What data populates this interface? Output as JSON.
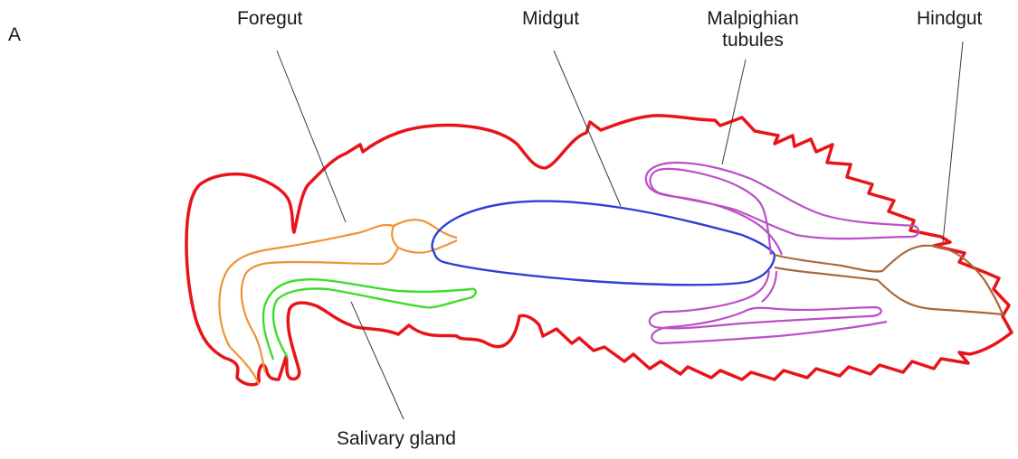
{
  "panel_letter": "A",
  "labels": {
    "foregut": "Foregut",
    "midgut": "Midgut",
    "malpighian_line1": "Malpighian",
    "malpighian_line2": "tubules",
    "hindgut": "Hindgut",
    "salivary_gland": "Salivary gland"
  },
  "colors": {
    "body_outline": "#e8141a",
    "foregut": "#ee9433",
    "midgut": "#2c3fd6",
    "malpighian_tubules": "#bb4fc7",
    "hindgut": "#a9693a",
    "salivary_gland": "#3fdc2e",
    "leader_line": "#3a3a3a",
    "text": "#1a1a1a"
  }
}
